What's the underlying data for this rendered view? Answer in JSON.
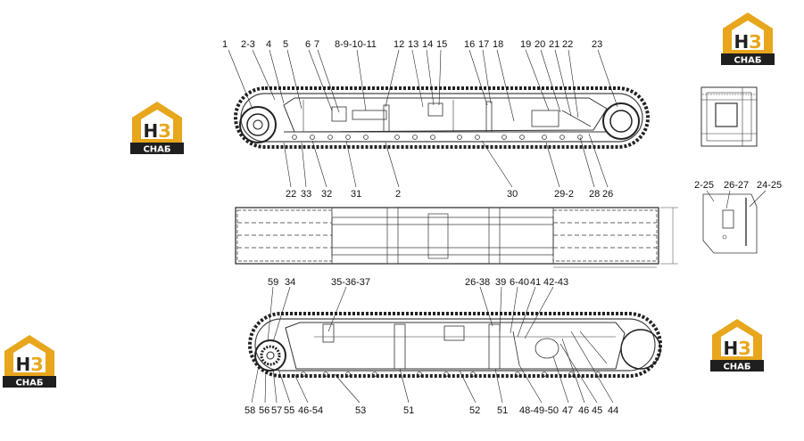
{
  "logo": {
    "mark": "H3",
    "word": "СНАБ",
    "gold": "#e8a61c",
    "dark": "#1f1f1f"
  },
  "drawing": {
    "top_labels": [
      "1",
      "2-3",
      "4",
      "5",
      "6",
      "7",
      "8-9-10-11",
      "12",
      "13",
      "14",
      "15",
      "16",
      "17",
      "18",
      "19",
      "20",
      "21",
      "22",
      "23"
    ],
    "bottom_labels": [
      "22",
      "33",
      "32",
      "31",
      "2",
      "30",
      "29-2",
      "28",
      "26"
    ],
    "side_labels": [
      "2-25",
      "26-27",
      "24-25"
    ],
    "lower_top_labels": [
      "59",
      "34",
      "35-36-37",
      "26-38",
      "39",
      "6-40",
      "41",
      "42-43"
    ],
    "lower_bottom_labels": [
      "58",
      "56",
      "57",
      "55",
      "46-54",
      "53",
      "51",
      "52",
      "51",
      "48-49-50",
      "47",
      "46",
      "45",
      "44"
    ]
  }
}
